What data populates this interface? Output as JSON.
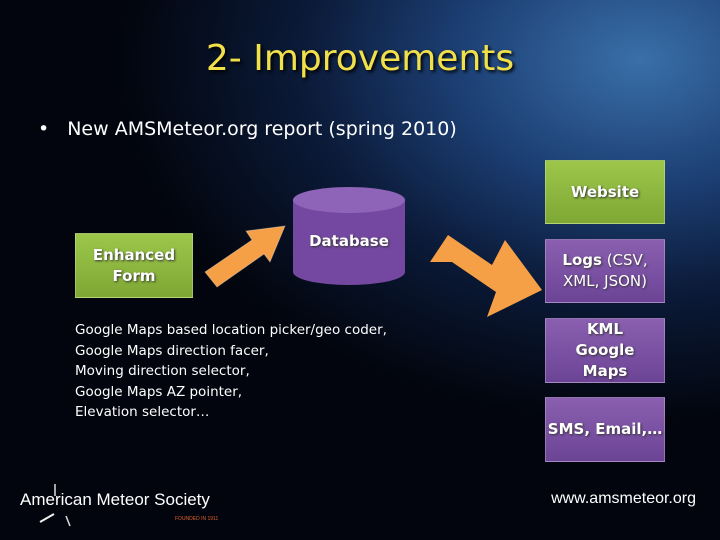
{
  "title": "2- Improvements",
  "bullet": "New AMSMeteor.org report (spring 2010)",
  "diagram": {
    "enhanced_form": "Enhanced Form",
    "database": "Database",
    "outputs": {
      "website": "Website",
      "logs_bold": "Logs",
      "logs_rest": " (CSV, XML, JSON)",
      "kml": "KML Google Maps",
      "sms": "SMS, Email,…"
    },
    "colors": {
      "green": "#8ab83e",
      "purple": "#7a52a3",
      "arrow": "#f5a046"
    }
  },
  "notes": [
    "Google Maps based location picker/geo coder,",
    "Google Maps direction facer,",
    "Moving direction selector,",
    "Google Maps AZ pointer,",
    "Elevation selector…"
  ],
  "footer": {
    "org": "American Meteor Society",
    "founded": "FOUNDED IN 1911",
    "url": "www.amsmeteor.org"
  }
}
